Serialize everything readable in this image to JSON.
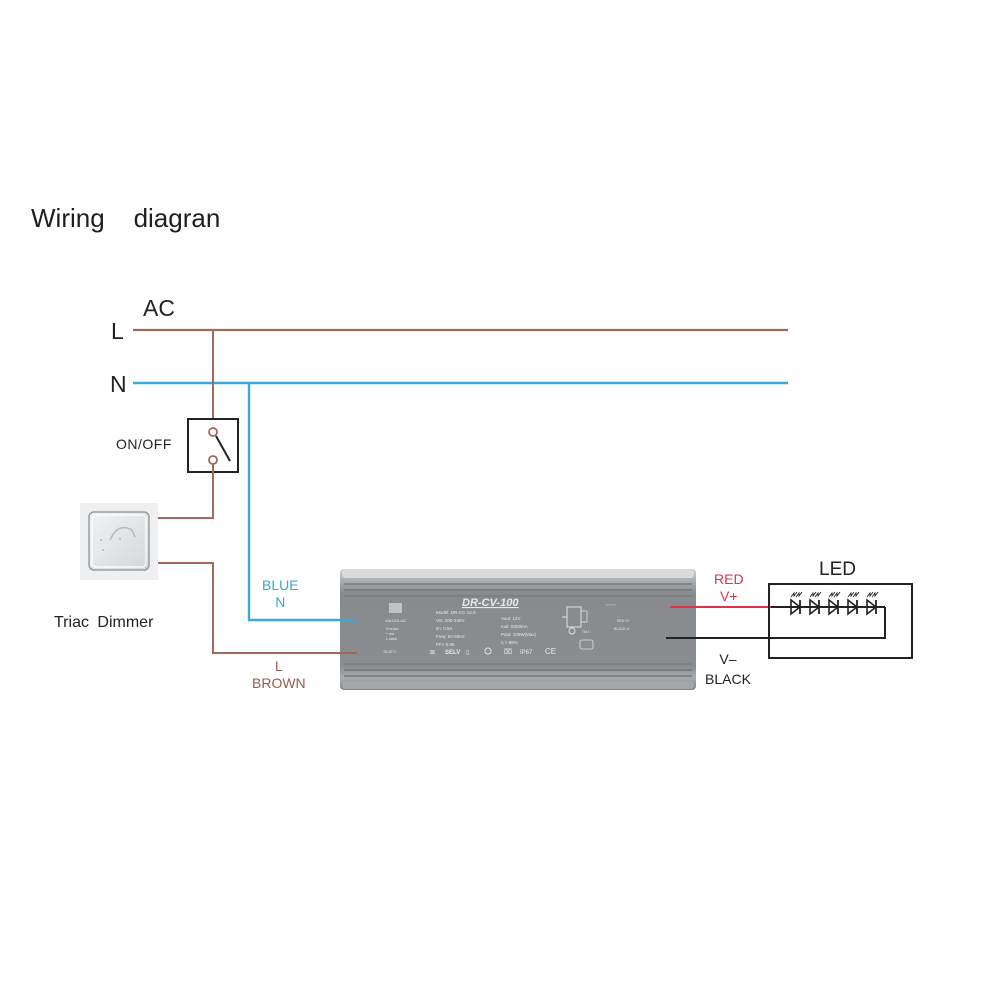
{
  "title": "Wiring    diagran",
  "mains": {
    "ac_label": "AC",
    "line_label": "L",
    "neutral_label": "N"
  },
  "switch": {
    "label": "ON/OFF"
  },
  "dimmer": {
    "label": "Triac  Dimmer"
  },
  "input_wires": {
    "neutral": {
      "color_name": "BLUE",
      "terminal": "N"
    },
    "line": {
      "terminal": "L",
      "color_name": "BROWN"
    }
  },
  "driver": {
    "model": "DR-CV-100",
    "spec_left": [
      "Model: DR-CC-12.0",
      "Vin: 200-240V",
      "Iin: 0.5A",
      "Freq: 50-60Hz",
      "PF> 0.95"
    ],
    "spec_right": [
      "Vout: 12V",
      "Iout: 8300mA",
      "Pout: 100W(Max)",
      "η > 85%"
    ],
    "marks": [
      "SELV",
      "IP67",
      "CE"
    ]
  },
  "output_wires": {
    "positive": {
      "color_name": "RED",
      "terminal": "V+"
    },
    "negative": {
      "terminal": "V–",
      "color_name": "BLACK"
    }
  },
  "load": {
    "label": "LED",
    "diode_count": 5
  },
  "colors": {
    "line_wire": "#a0695a",
    "neutral_wire": "#3aa8d8",
    "positive_wire": "#e0324a",
    "negative_wire": "#222222",
    "driver_body": "#8e9194"
  }
}
